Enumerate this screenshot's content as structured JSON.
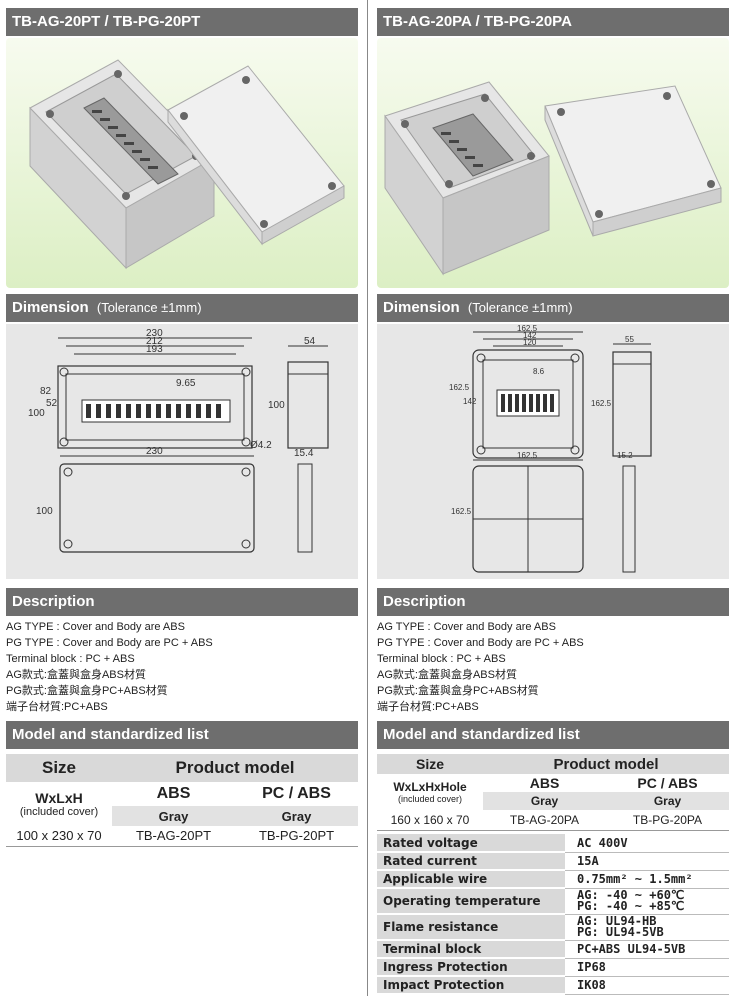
{
  "left": {
    "title": "TB-AG-20PT / TB-PG-20PT",
    "dimension": {
      "heading": "Dimension",
      "tolerance": "(Tolerance ±1mm)"
    },
    "drawing": {
      "d1": "230",
      "d2": "212",
      "d3": "193",
      "h1": "82",
      "h2": "52",
      "h3": "100",
      "pitch": "9.65",
      "hole": "Ø4.2",
      "side_w": "54",
      "side_h": "100",
      "bottom_w": "230",
      "bottom_h": "100",
      "lid_t": "15.4"
    },
    "description": {
      "heading": "Description",
      "lines": [
        "AG TYPE : Cover and Body are ABS",
        "PG TYPE : Cover and Body are PC + ABS",
        "Terminal block : PC + ABS",
        "AG款式:盒蓋與盒身ABS材質",
        "PG款式:盒蓋與盒身PC+ABS材質",
        "端子台材質:PC+ABS"
      ]
    },
    "model": {
      "heading": "Model and standardized list",
      "size": "Size",
      "dims_label": "WxLxH",
      "cover_label": "(included cover)",
      "product_model": "Product model",
      "abs": "ABS",
      "pcabs": "PC / ABS",
      "gray1": "Gray",
      "gray2": "Gray",
      "size_value": "100 x 230 x 70",
      "abs_model": "TB-AG-20PT",
      "pc_model": "TB-PG-20PT"
    }
  },
  "right": {
    "title": "TB-AG-20PA / TB-PG-20PA",
    "dimension": {
      "heading": "Dimension",
      "tolerance": "(Tolerance ±1mm)"
    },
    "drawing": {
      "d1": "162.5",
      "d2": "142",
      "d3": "120",
      "h1": "162.5",
      "h2": "142",
      "pitch": "8.6",
      "side_w": "55",
      "side_h": "162.5",
      "bottom_w": "162.5",
      "bottom_h": "162.5",
      "lid_t": "15.2"
    },
    "description": {
      "heading": "Description",
      "lines": [
        "AG TYPE : Cover and Body are ABS",
        "PG TYPE : Cover and Body are PC + ABS",
        "Terminal block : PC + ABS",
        "AG款式:盒蓋與盒身ABS材質",
        "PG款式:盒蓋與盒身PC+ABS材質",
        "端子台材質:PC+ABS"
      ]
    },
    "model": {
      "heading": "Model and standardized list",
      "size": "Size",
      "dims_label": "WxLxHxHole",
      "cover_label": "(included cover)",
      "product_model": "Product model",
      "abs": "ABS",
      "pcabs": "PC / ABS",
      "gray1": "Gray",
      "gray2": "Gray",
      "size_value": "160 x 160 x 70",
      "abs_model": "TB-AG-20PA",
      "pc_model": "TB-PG-20PA"
    },
    "specs": [
      {
        "label": "Rated voltage",
        "value": "AC 400V"
      },
      {
        "label": "Rated current",
        "value": "15A"
      },
      {
        "label": "Applicable wire",
        "value": "0.75mm² ~ 1.5mm²"
      },
      {
        "label": "Operating temperature",
        "value1": "AG: -40 ~ +60℃",
        "value2": "PG: -40 ~ +85℃"
      },
      {
        "label": "Flame resistance",
        "value1": "AG: UL94-HB",
        "value2": "PG: UL94-5VB"
      },
      {
        "label": "Terminal block",
        "value": "PC+ABS UL94-5VB"
      },
      {
        "label": "Ingress Protection",
        "value": "IP68"
      },
      {
        "label": "Impact Protection",
        "value": "IK08"
      }
    ]
  }
}
